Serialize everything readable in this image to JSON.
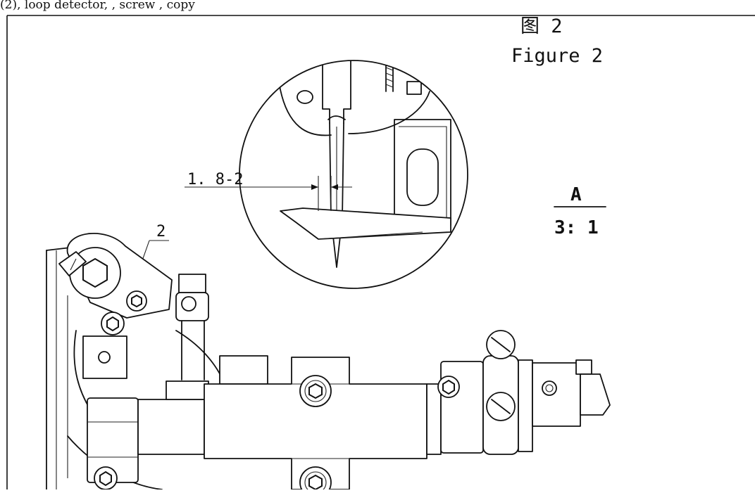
{
  "top_text": "(2), loop detector,  , screw , copy",
  "figure": {
    "title_cn": "图    2",
    "title_en": "Figure 2"
  },
  "detail": {
    "label": "A",
    "scale": "3: 1",
    "dimension": "1. 8-2"
  },
  "callout": {
    "part_number": "2"
  }
}
